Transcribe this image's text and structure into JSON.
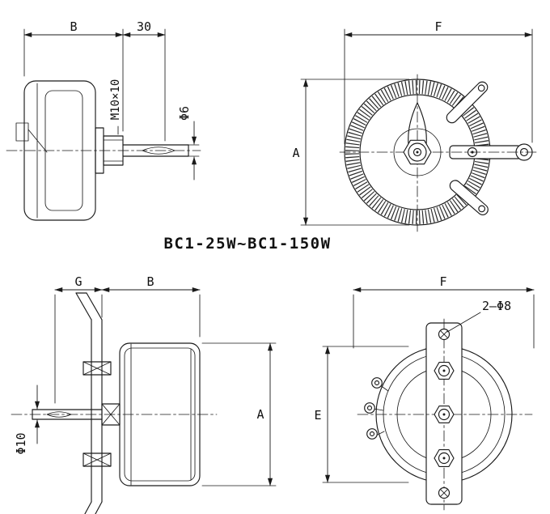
{
  "title": "BC1-25W~BC1-150W",
  "views": {
    "top_side": {
      "dim_b": "B",
      "dim_30": "30",
      "thread_label": "M10×10",
      "shaft_dia": "Φ6"
    },
    "top_front": {
      "dim_f": "F",
      "dim_a": "A"
    },
    "bottom_side": {
      "dim_g": "G",
      "dim_b": "B",
      "shaft_dia": "Φ10",
      "dim_a": "A"
    },
    "bottom_front": {
      "dim_f": "F",
      "dim_e": "E",
      "hole_note": "2—Φ8"
    }
  }
}
